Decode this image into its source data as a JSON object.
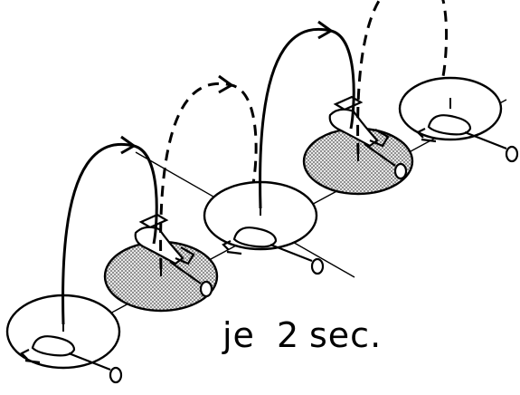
{
  "caption": {
    "label": "je",
    "value": "2",
    "unit": "sec."
  },
  "sequence": {
    "positions": [
      {
        "step": 1,
        "zone": "empty",
        "arrow_to_next": "solid"
      },
      {
        "step": 2,
        "zone": "shaded",
        "arrow_to_next": "dashed"
      },
      {
        "step": 3,
        "zone": "empty",
        "arrow_to_next": "solid"
      },
      {
        "step": 4,
        "zone": "shaded",
        "arrow_to_next": "dashed"
      },
      {
        "step": 5,
        "zone": "empty",
        "arrow_to_next": "none"
      }
    ]
  },
  "colors": {
    "ink": "#000000",
    "shade": "#d9d9d9",
    "background": "#ffffff"
  }
}
